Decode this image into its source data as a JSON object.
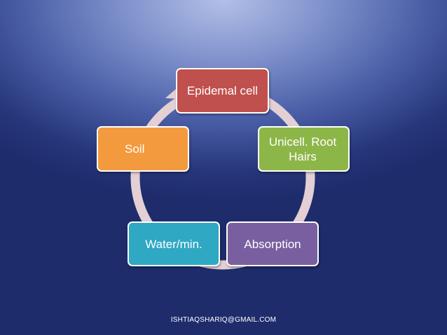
{
  "diagram": {
    "type": "basic-cycle",
    "nodes": [
      {
        "label": "Epidemal cell",
        "color": "#c0504d"
      },
      {
        "label": "Unicell. Root Hairs",
        "color": "#8db648"
      },
      {
        "label": "Absorption",
        "color": "#7a5fa0"
      },
      {
        "label": "Water/min.",
        "color": "#2fa8c4"
      },
      {
        "label": "Soil",
        "color": "#f39a3e"
      }
    ],
    "ring_color": "#e3cfd4"
  },
  "footer": {
    "email": "ISHTIAQSHARIQ@GMAIL.COM"
  }
}
